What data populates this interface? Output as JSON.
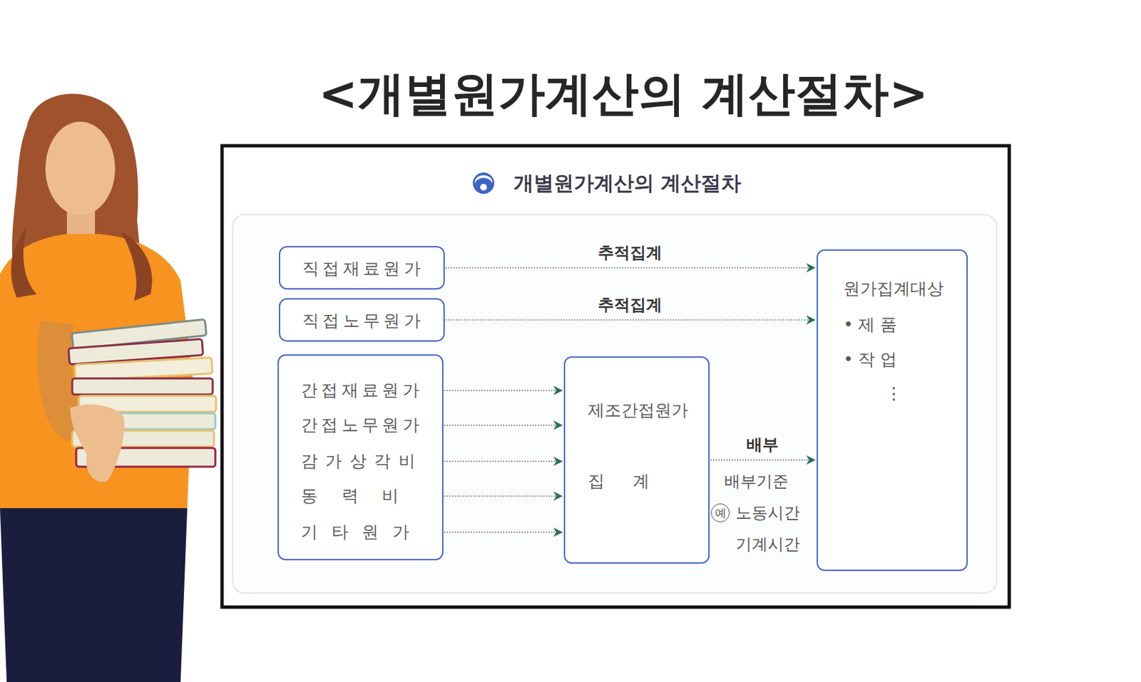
{
  "diagram": {
    "title": "<개별원가계산의 계산절차>",
    "nodes": [
      {
        "text": [
          "직접재료원가"
        ]
      },
      {
        "text": [
          "직접노무원가"
        ]
      },
      {
        "text": [
          "간접재료원가",
          "간접노무원가",
          "감가상각비",
          "동력비",
          "기타원가"
        ]
      },
      {
        "text": [
          "제조간접원가",
          "집계"
        ]
      },
      {
        "text": [
          "원가집계대상",
          "•제품",
          "•작업",
          "⋮"
        ]
      }
    ],
    "edges": [
      {
        "from": 0,
        "to": 4,
        "arrow": "to",
        "label": "추적집계"
      },
      {
        "from": 1,
        "to": 4,
        "arrow": "to",
        "label": "추적집계"
      },
      {
        "from": 2,
        "to": 3,
        "arrow": "to"
      },
      {
        "from": 2,
        "to": 3,
        "arrow": "to"
      },
      {
        "from": 2,
        "to": 3,
        "arrow": "to"
      },
      {
        "from": 2,
        "to": 3,
        "arrow": "to"
      },
      {
        "from": 2,
        "to": 3,
        "arrow": "to"
      },
      {
        "from": 3,
        "to": 4,
        "arrow": "to",
        "label": "배부"
      }
    ],
    "labels": [
      "개별원가계산의 계산절차",
      "배부기준",
      "예",
      "노동시간",
      "기계시간"
    ]
  }
}
